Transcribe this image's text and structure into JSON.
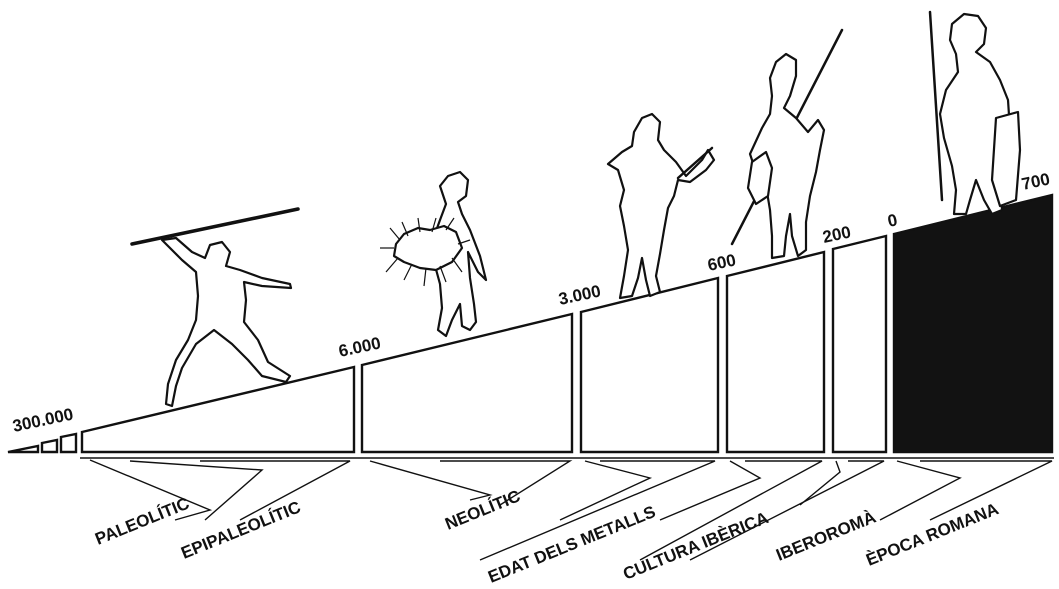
{
  "colors": {
    "ink": "#111111",
    "paper": "#ffffff",
    "roman_fill": "#121212"
  },
  "years": [
    {
      "id": "y300000",
      "text": "300.000"
    },
    {
      "id": "y6000",
      "text": "6.000"
    },
    {
      "id": "y3000",
      "text": "3.000"
    },
    {
      "id": "y600",
      "text": "600"
    },
    {
      "id": "y200",
      "text": "200"
    },
    {
      "id": "y0",
      "text": "0"
    },
    {
      "id": "y700",
      "text": "700"
    }
  ],
  "periods": [
    {
      "id": "paleolitic",
      "label": "PALEOLÍTIC"
    },
    {
      "id": "epipaleolitic",
      "label": "EPIPALEOLÍTIC"
    },
    {
      "id": "neolitic",
      "label": "NEOLÍTIC"
    },
    {
      "id": "edat-dels-metalls",
      "label": "EDAT DELS METALLS"
    },
    {
      "id": "cultura-iberica",
      "label": "CULTURA IBÈRICA"
    },
    {
      "id": "iberoroma",
      "label": "IBEROROMÀ"
    },
    {
      "id": "epoca-romana",
      "label": "ÈPOCA ROMANA"
    }
  ],
  "figures": [
    {
      "id": "hunter",
      "icon": "spear-thrower-icon"
    },
    {
      "id": "gatherer",
      "icon": "gatherer-icon"
    },
    {
      "id": "metalworker",
      "icon": "axe-bearer-icon"
    },
    {
      "id": "iberian-warrior",
      "icon": "iberian-warrior-icon"
    },
    {
      "id": "roman-soldier",
      "icon": "roman-soldier-icon"
    }
  ]
}
